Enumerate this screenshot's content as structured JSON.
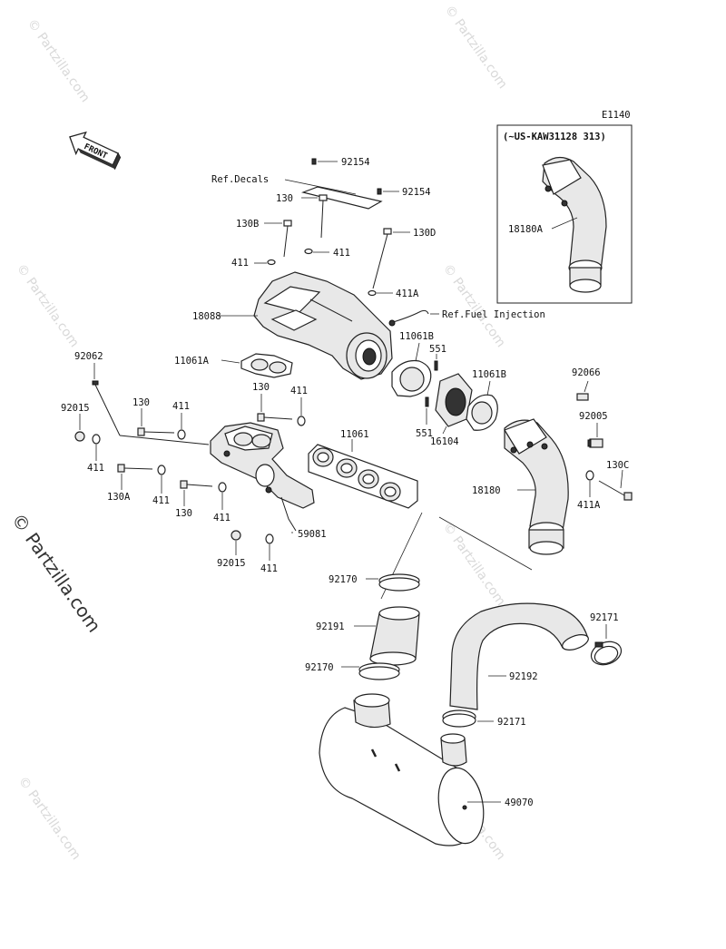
{
  "diagram_id": "E1140",
  "front_label": "FRONT",
  "watermark": "© Partzilla.com",
  "inset_title": "(~US-KAW31128 313)",
  "labels": {
    "l92154a": "92154",
    "ref_decals": "Ref.Decals",
    "l92154b": "92154",
    "l130_top": "130",
    "l130b": "130B",
    "l130d": "130D",
    "l411_a": "411",
    "l411_b": "411",
    "l411a_top": "411A",
    "ref_fuel": "Ref.Fuel Injection",
    "l18088": "18088",
    "l11061a": "11061A",
    "l11061b_1": "11061B",
    "l551_1": "551",
    "l11061b_2": "11061B",
    "l551_2": "551",
    "l16104": "16104",
    "l92062": "92062",
    "l92015_a": "92015",
    "l130_mid1": "130",
    "l411_mid1": "411",
    "l130_mid2": "130",
    "l411_mid2": "411",
    "l11061": "11061",
    "l411_left": "411",
    "l130a": "130A",
    "l411_c": "411",
    "l130_low": "130",
    "l411_d": "411",
    "l59081": "59081",
    "l92015_b": "92015",
    "l411_e": "411",
    "l92066": "92066",
    "l92005": "92005",
    "l130c": "130C",
    "l18180": "18180",
    "l411a_right": "411A",
    "l18180a": "18180A",
    "l92170_a": "92170",
    "l92191": "92191",
    "l92170_b": "92170",
    "l92171_a": "92171",
    "l92192": "92192",
    "l92171_b": "92171",
    "l49070": "49070"
  }
}
